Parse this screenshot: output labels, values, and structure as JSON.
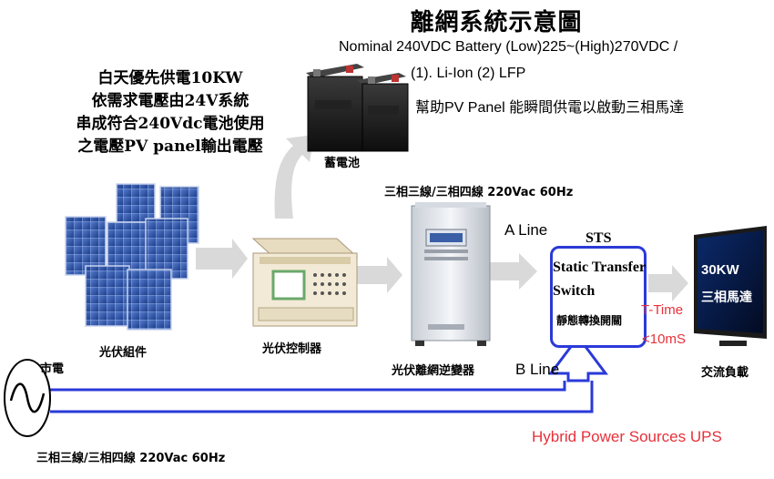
{
  "title": "離網系統示意圖",
  "battery_spec": {
    "line1": "Nominal 240VDC Battery (Low)225~(High)270VDC /",
    "line2": "(1). Li-Ion (2) LFP",
    "line3": "幫助PV Panel 能瞬間供電以啟動三相馬達"
  },
  "pv_note": [
    "白天優先供電10KW",
    "依需求電壓由24V系統",
    "串成符合240Vdc電池使用",
    "之電壓PV panel輸出電壓"
  ],
  "labels": {
    "battery": "蓄電池",
    "pv_array": "光伏組件",
    "pv_controller": "光伏控制器",
    "inverter": "光伏離網逆變器",
    "inverter_spec": "三相三線/三相四線 220Vac 60Hz",
    "grid": "市電",
    "grid_spec": "三相三線/三相四線 220Vac 60Hz",
    "a_line": "A Line",
    "b_line": "B Line",
    "load": "交流負載"
  },
  "sts": {
    "abbr": "STS",
    "line1": "Static Transfer",
    "line2": "Switch",
    "chinese": "靜態轉換開關",
    "t_time": "T-Time",
    "t_value": "<10mS"
  },
  "monitor": {
    "power": "30KW",
    "name": "三相馬達"
  },
  "footer": "Hybrid Power Sources UPS",
  "colors": {
    "line_blue": "#2a3ad8",
    "accent_red": "#e8303a",
    "arrow_gray": "#d9d9d9",
    "panel_blue": "#2a4f9e"
  }
}
